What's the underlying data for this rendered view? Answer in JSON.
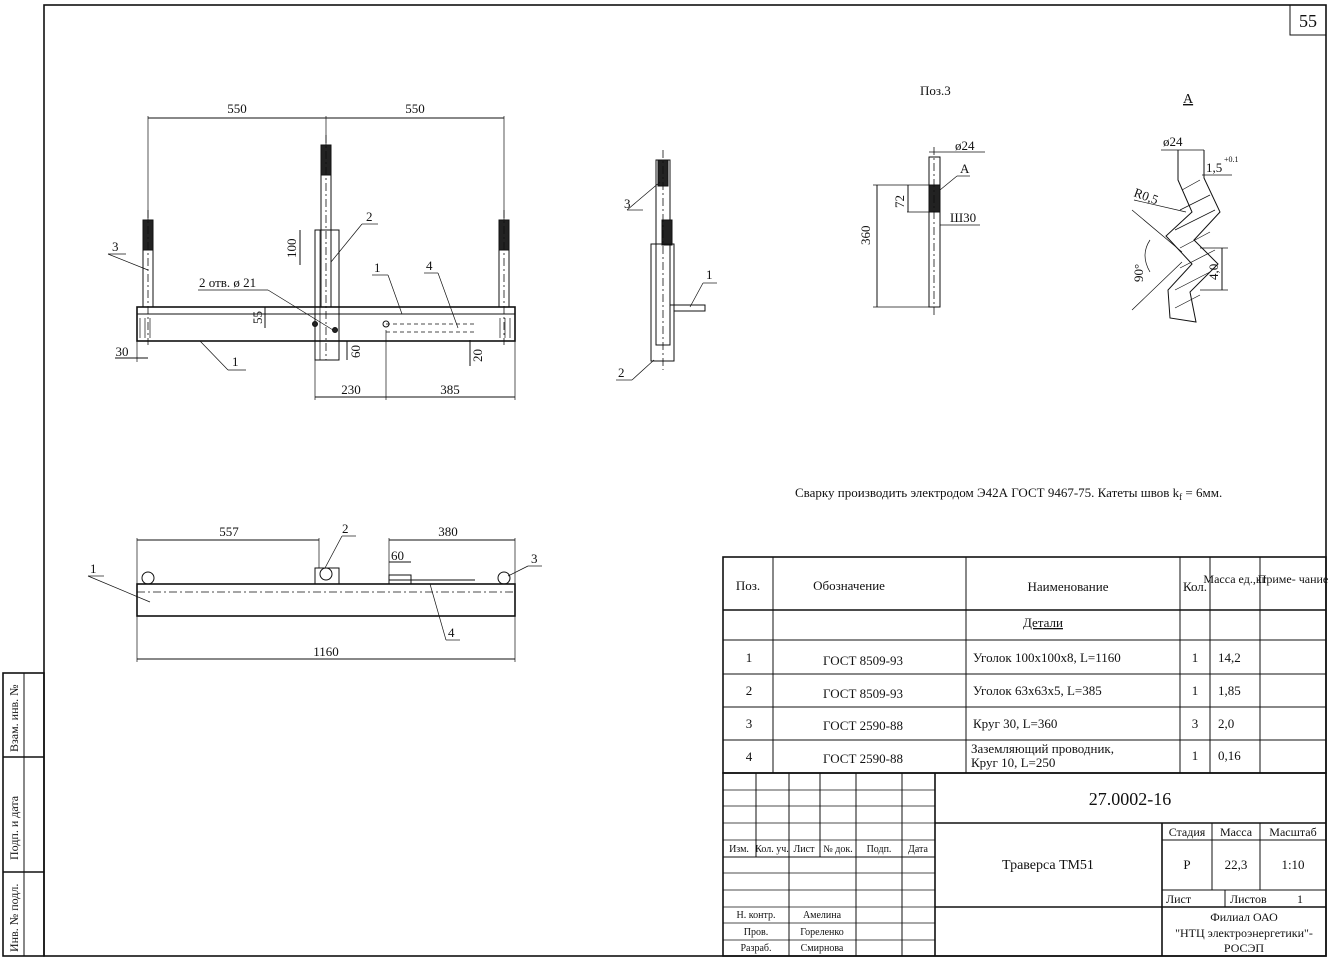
{
  "sheet_number": "55",
  "side_stamp": {
    "vzam": "Взам. инв. №",
    "podp_data": "Подп. и дата",
    "inv_podl": "Инв. № подл."
  },
  "note": "Сварку производить электродом Э42А ГОСТ 9467-75.  Катеты швов k",
  "note_sub": "f",
  "note_tail": " = 6мм.",
  "views": {
    "front": {
      "dims": [
        "550",
        "550",
        "100",
        "55",
        "30",
        "60",
        "20",
        "230",
        "385"
      ],
      "hole_note": "2 отв. ø 21",
      "leaders": [
        "3",
        "2",
        "1",
        "4",
        "1"
      ]
    },
    "side": {
      "leaders": [
        "3",
        "1",
        "2"
      ]
    },
    "pos3": {
      "title": "Поз.3",
      "dims": [
        "ø24",
        "72",
        "360"
      ],
      "thread": "Ш30",
      "detail_ref": "A"
    },
    "detail_a": {
      "title": "A",
      "dims": [
        "ø24",
        "1,5",
        "+0.1",
        "R0,5",
        "90°",
        "4,0"
      ]
    },
    "plan": {
      "dims": [
        "557",
        "380",
        "60",
        "1160"
      ],
      "leaders": [
        "1",
        "2",
        "3",
        "4"
      ]
    }
  },
  "spec": {
    "headers": [
      "Поз.",
      "Обозначение",
      "Наименование",
      "Кол.",
      "Масса ед.,кг",
      "Приме- чание"
    ],
    "section": "Детали",
    "rows": [
      {
        "pos": "1",
        "doc": "ГОСТ 8509-93",
        "name": "Уголок 100х100х8, L=1160",
        "qty": "1",
        "mass": "14,2",
        "note": ""
      },
      {
        "pos": "2",
        "doc": "ГОСТ 8509-93",
        "name": "Уголок 63х63х5, L=385",
        "qty": "1",
        "mass": "1,85",
        "note": ""
      },
      {
        "pos": "3",
        "doc": "ГОСТ 2590-88",
        "name": "Круг 30, L=360",
        "qty": "3",
        "mass": "2,0",
        "note": ""
      },
      {
        "pos": "4",
        "doc": "ГОСТ 2590-88",
        "name": "Заземляющий проводник,",
        "name2": "Круг 10,  L=250",
        "qty": "1",
        "mass": "0,16",
        "note": ""
      }
    ]
  },
  "title_block": {
    "doc_code": "27.0002-16",
    "title": "Траверса ТМ51",
    "cols": [
      "Изм.",
      "Кол. уч.",
      "Лист",
      "№ док.",
      "Подп.",
      "Дата"
    ],
    "stage_label": "Стадия",
    "mass_label": "Масса",
    "scale_label": "Масштаб",
    "stage": "Р",
    "mass": "22,3",
    "scale": "1:10",
    "sheet_label": "Лист",
    "sheets_label": "Листов",
    "sheets": "1",
    "org": [
      "Филиал ОАО",
      "\"НТЦ электроэнергетики\"-",
      "РОСЭП"
    ],
    "people": [
      {
        "role": "Н. контр.",
        "name": "Амелина"
      },
      {
        "role": "Пров.",
        "name": "Гореленко"
      },
      {
        "role": "Разраб.",
        "name": "Смирнова"
      }
    ]
  }
}
